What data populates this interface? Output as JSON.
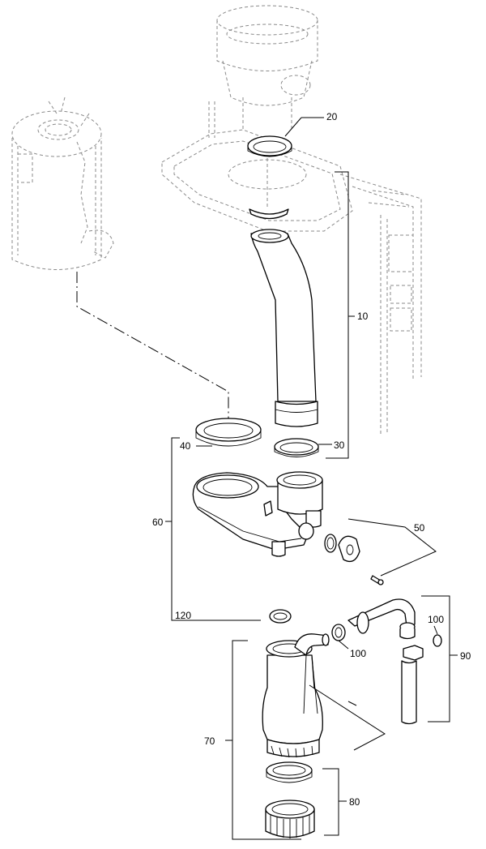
{
  "callouts": [
    {
      "id": "20",
      "text": "20"
    },
    {
      "id": "10",
      "text": "10"
    },
    {
      "id": "40",
      "text": "40"
    },
    {
      "id": "30",
      "text": "30"
    },
    {
      "id": "60",
      "text": "60"
    },
    {
      "id": "50",
      "text": "50"
    },
    {
      "id": "120",
      "text": "120"
    },
    {
      "id": "100a",
      "text": "100"
    },
    {
      "id": "100b",
      "text": "100"
    },
    {
      "id": "90",
      "text": "90"
    },
    {
      "id": "70",
      "text": "70"
    },
    {
      "id": "80",
      "text": "80"
    }
  ]
}
